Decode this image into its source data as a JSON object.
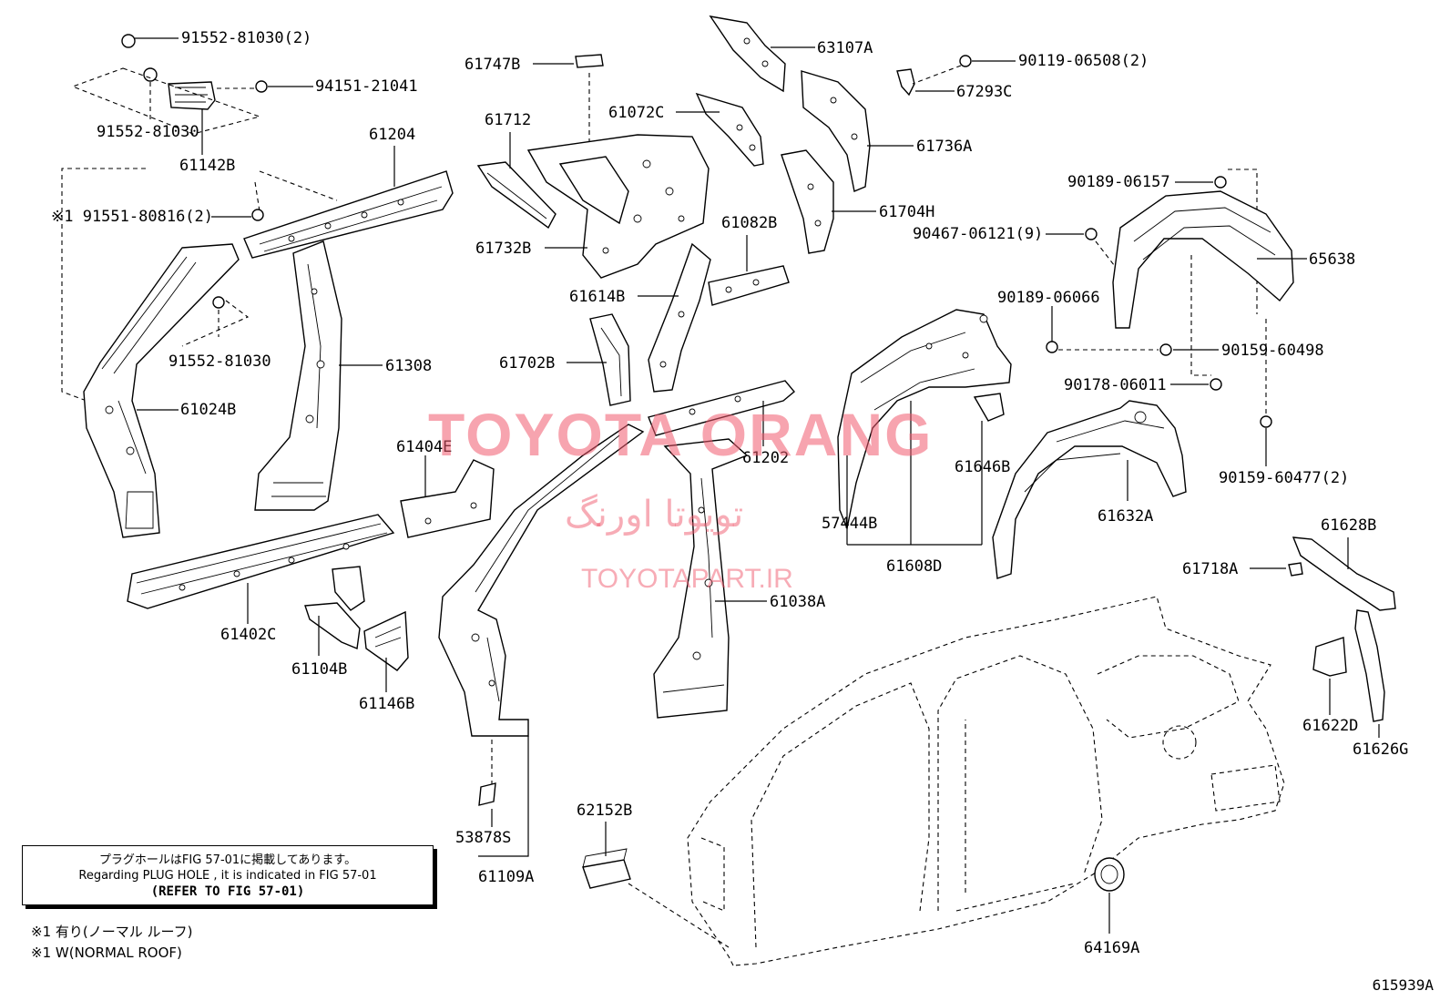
{
  "watermark": {
    "brand": "TOYOTA ORANG",
    "brand_fa": "تویوتا اورنگ",
    "site": "TOYOTAPART.IR"
  },
  "note": {
    "line_jp": "プラグホールはFIG 57-01に掲載してあります。",
    "line_en": "Regarding  PLUG  HOLE , it is indicated in FIG  57-01",
    "line_ref": "(REFER TO FIG 57-01)"
  },
  "footnotes": {
    "jp": "※1 有り(ノーマル ルーフ)",
    "en": "※1 W(NORMAL ROOF)"
  },
  "figure_id": "615939A",
  "parts": {
    "p91552_81030_2": "91552-81030(2)",
    "p94151_21041": "94151-21041",
    "p91552_81030_a": "91552-81030",
    "p61142B": "61142B",
    "p61204": "61204",
    "p91551_80816": "※1 91551-80816(2)",
    "p91552_81030_b": "91552-81030",
    "p61024B": "61024B",
    "p61308": "61308",
    "p61747B": "61747B",
    "p61712": "61712",
    "p61072C": "61072C",
    "p61732B": "61732B",
    "p63107A": "63107A",
    "p90119_06508": "90119-06508(2)",
    "p67293C": "67293C",
    "p61736A": "61736A",
    "p61704H": "61704H",
    "p61082B": "61082B",
    "p61614B": "61614B",
    "p61702B": "61702B",
    "p61404E": "61404E",
    "p61202": "61202",
    "p61402C": "61402C",
    "p61104B": "61104B",
    "p61146B": "61146B",
    "p61038A": "61038A",
    "p53878S": "53878S",
    "p61109A": "61109A",
    "p62152B": "62152B",
    "p90189_06157": "90189-06157",
    "p90467_06121": "90467-06121(9)",
    "p65638": "65638",
    "p90189_06066": "90189-06066",
    "p90159_60498": "90159-60498",
    "p90178_06011": "90178-06011",
    "p90159_60477": "90159-60477(2)",
    "p61646B": "61646B",
    "p57444B": "57444B",
    "p61608D": "61608D",
    "p61632A": "61632A",
    "p61628B": "61628B",
    "p61718A": "61718A",
    "p61622D": "61622D",
    "p61626G": "61626G",
    "p64169A": "64169A"
  }
}
